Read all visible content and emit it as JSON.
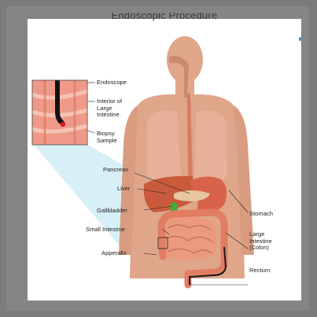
{
  "title": "Endoscopic Procedure",
  "labels": {
    "endoscope": "Endoscope",
    "interior": "Interior of\nLarge\nIntestine",
    "biopsy": "Biopsy\nSample",
    "pancreas": "Pancreas",
    "liver": "Liver",
    "gallbladder": "Gallbladder",
    "small_intestine": "Small Intestine",
    "appendix": "Appendix",
    "stomach": "Stomach",
    "large_intestine": "Large\nIntestine\n(Colon)",
    "rectum": "Rectum"
  },
  "colors": {
    "skin": "#dfa68a",
    "skin_dark": "#c98a70",
    "organ": "#e58a6e",
    "liver": "#c95a3c",
    "gallbladder": "#4aa83a",
    "beam": "#cdebf4",
    "endoscope": "#111111",
    "biopsy": "#d42020"
  },
  "icons": {
    "edge": "partial-circle-icon"
  }
}
